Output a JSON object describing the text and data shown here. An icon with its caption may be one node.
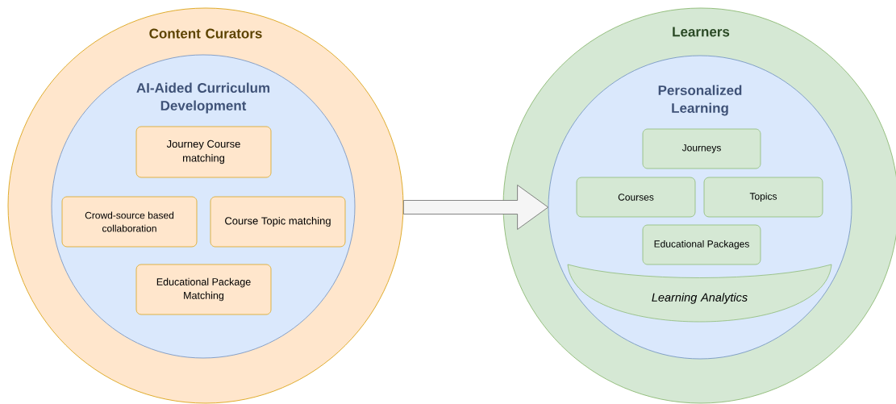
{
  "diagram": {
    "nodes": [
      {
        "text": [
          "Content Curators"
        ]
      },
      {
        "text": [
          "AI-Aided Curriculum Development"
        ],
        "in": 0
      },
      {
        "text": [
          "Journey Course matching"
        ],
        "in": 1
      },
      {
        "text": [
          "Crowd-source based collaboration"
        ],
        "in": 1
      },
      {
        "text": [
          "Course Topic matching"
        ],
        "in": 1
      },
      {
        "text": [
          "Educational Package Matching"
        ],
        "in": 1
      },
      {
        "text": [
          "Learners"
        ]
      },
      {
        "text": [
          "Personalized Learning"
        ],
        "in": 6
      },
      {
        "text": [
          "Journeys"
        ],
        "in": 7
      },
      {
        "text": [
          "Courses"
        ],
        "in": 7
      },
      {
        "text": [
          "Topics"
        ],
        "in": 7
      },
      {
        "text": [
          "Educational Packages"
        ],
        "in": 7
      },
      {
        "text": [
          "Learning Analytics"
        ],
        "in": 7
      }
    ],
    "edges": [
      {
        "from": 0,
        "to": 7,
        "arrow": "to"
      }
    ]
  }
}
